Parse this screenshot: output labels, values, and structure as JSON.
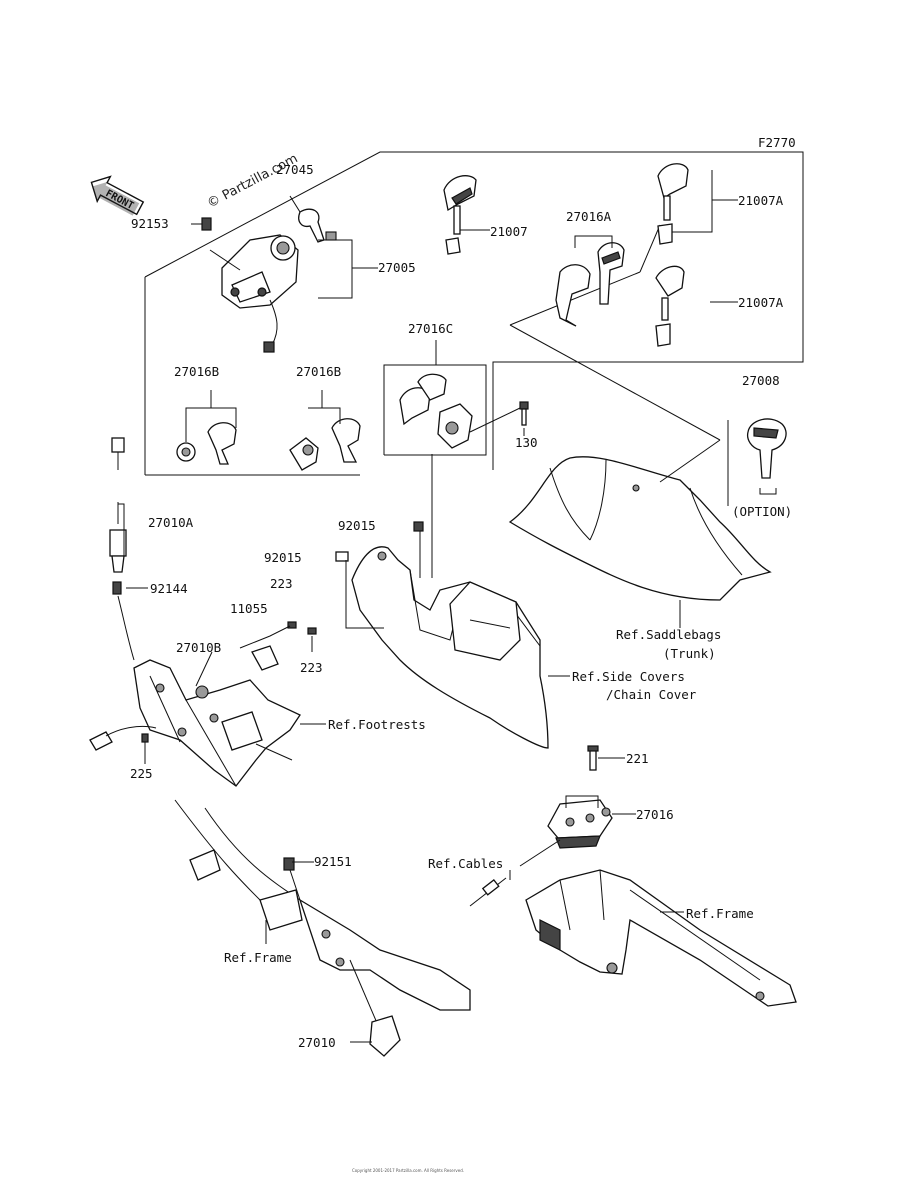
{
  "figure_code": "F2770",
  "watermark": "© Partzilla.com",
  "front_label": "FRONT",
  "option_label": "(OPTION)",
  "copyright": "Copyright 2001-2017 Partzilla.com. All Rights Reserved.",
  "labels": {
    "p27045": "27045",
    "p92153": "92153",
    "p27005": "27005",
    "p21007": "21007",
    "p27016A": "27016A",
    "p21007A_1": "21007A",
    "p21007A_2": "21007A",
    "p27016C": "27016C",
    "p27016B_1": "27016B",
    "p27016B_2": "27016B",
    "p27008": "27008",
    "p130": "130",
    "p27010A": "27010A",
    "p92015_1": "92015",
    "p92015_2": "92015",
    "p92144": "92144",
    "p223_1": "223",
    "p11055": "11055",
    "p27010B": "27010B",
    "p223_2": "223",
    "ref_saddlebags": "Ref.Saddlebags",
    "ref_trunk": "(Trunk)",
    "ref_side_covers": "Ref.Side Covers",
    "ref_chain_cover": "/Chain Cover",
    "ref_footrests": "Ref.Footrests",
    "p225": "225",
    "p221": "221",
    "p27016": "27016",
    "ref_cables": "Ref.Cables",
    "p92151": "92151",
    "ref_frame_1": "Ref.Frame",
    "ref_frame_2": "Ref.Frame",
    "p27010": "27010"
  }
}
